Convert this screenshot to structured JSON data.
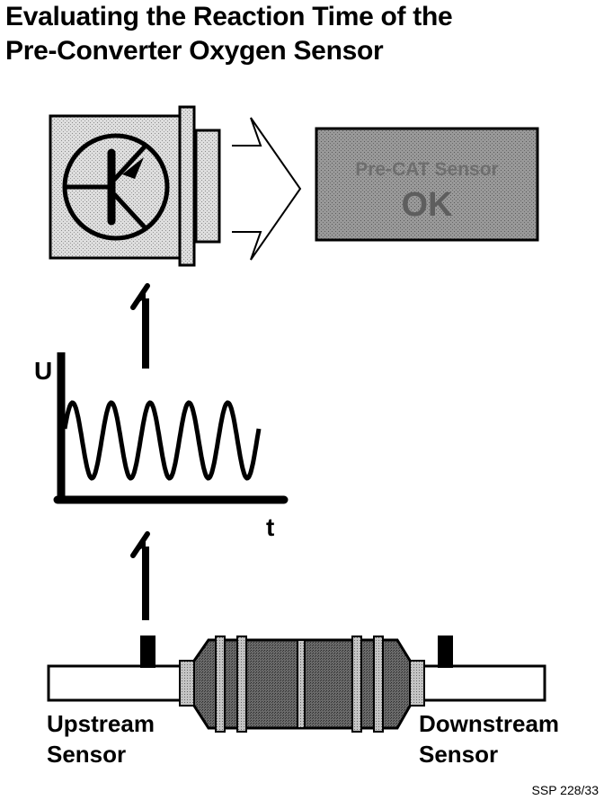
{
  "title": {
    "line1": "Evaluating the Reaction Time of the",
    "line2": "Pre-Converter Oxygen Sensor"
  },
  "result_box": {
    "line1": "Pre-CAT Sensor",
    "line2": "OK"
  },
  "graph": {
    "y_axis_label": "U",
    "x_axis_label": "t"
  },
  "labels": {
    "upstream_line1": "Upstream",
    "upstream_line2": "Sensor",
    "downstream_line1": "Downstream",
    "downstream_line2": "Sensor"
  },
  "reference": "SSP 228/33",
  "icons": {
    "control_unit": "transistor-symbol-icon",
    "arrow": "outline-right-arrow-icon"
  },
  "colors": {
    "ink": "#000000",
    "light_fill": "#d4d4d4",
    "result_fill": "#8c8c8c",
    "catalyst_fill": "#5a5a5a",
    "flange_fill": "#b0b0b0"
  }
}
